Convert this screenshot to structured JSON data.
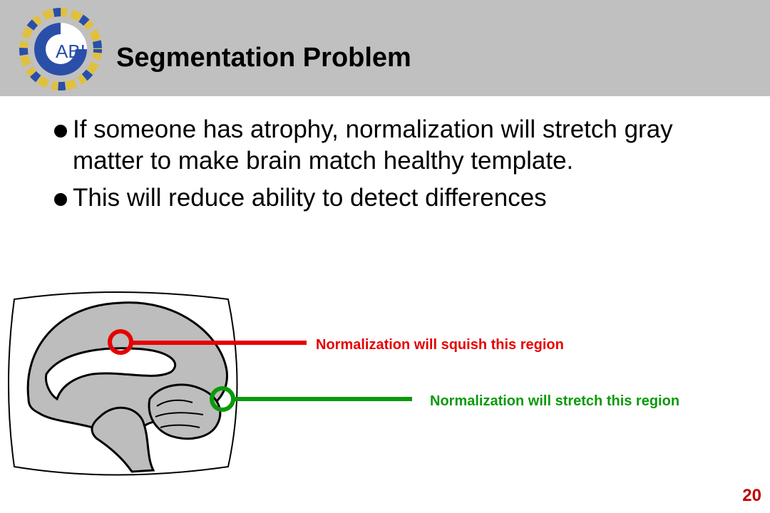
{
  "header": {
    "title": "Segmentation Problem",
    "logo_text": "ABI"
  },
  "bullets": [
    {
      "text": "If someone has atrophy, normalization will stretch gray matter to make brain match healthy template."
    },
    {
      "text": "This will reduce ability to detect differences"
    }
  ],
  "figure": {
    "callout_squish": "Normalization will squish this region",
    "callout_stretch": "Normalization will stretch this region"
  },
  "colors": {
    "squish": "#e60000",
    "stretch": "#0a9a0a",
    "header_bg": "#c0c0c0",
    "page_number": "#c00000"
  },
  "footer": {
    "page_number": "20"
  }
}
